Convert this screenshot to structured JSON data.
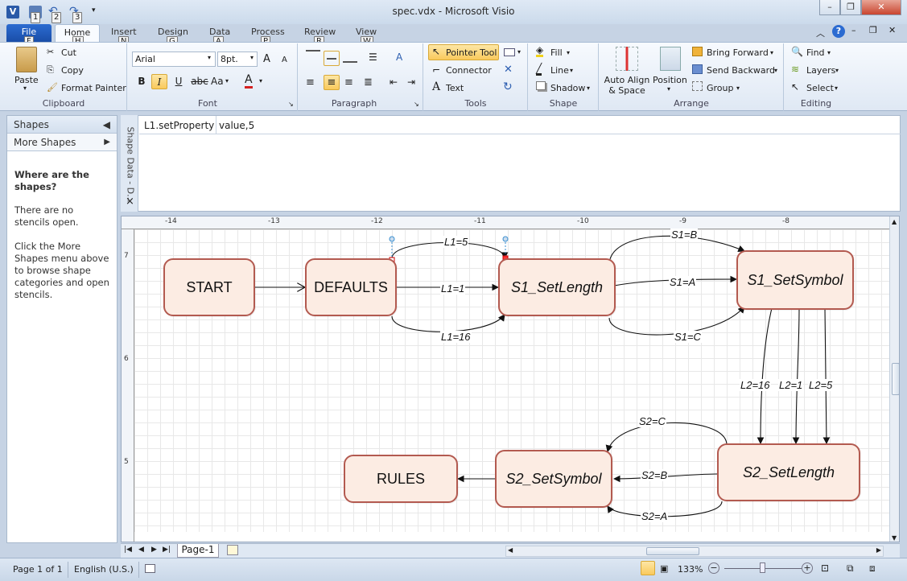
{
  "window": {
    "title": "spec.vdx - Microsoft Visio"
  },
  "quick_access": {
    "keytips": [
      "1",
      "2",
      "3"
    ]
  },
  "window_controls": {
    "minimize": "–",
    "restore": "❐",
    "close": "✕"
  },
  "tabs": [
    {
      "label": "File",
      "keytip": "F"
    },
    {
      "label": "Home",
      "keytip": "H"
    },
    {
      "label": "Insert",
      "keytip": "N"
    },
    {
      "label": "Design",
      "keytip": "G"
    },
    {
      "label": "Data",
      "keytip": "A"
    },
    {
      "label": "Process",
      "keytip": "P"
    },
    {
      "label": "Review",
      "keytip": "R"
    },
    {
      "label": "View",
      "keytip": "W"
    }
  ],
  "ribbon": {
    "clipboard": {
      "label": "Clipboard",
      "paste": "Paste",
      "cut": "Cut",
      "copy": "Copy",
      "format_painter": "Format Painter"
    },
    "font": {
      "label": "Font",
      "family": "Arial",
      "size": "8pt.",
      "bold": "B",
      "italic": "I",
      "underline": "U",
      "strike": "abc",
      "case": "Aa",
      "color": "A",
      "grow": "A",
      "shrink": "A"
    },
    "paragraph": {
      "label": "Paragraph"
    },
    "tools": {
      "label": "Tools",
      "pointer": "Pointer Tool",
      "connector": "Connector",
      "text": "Text"
    },
    "shape": {
      "label": "Shape",
      "fill": "Fill",
      "line": "Line",
      "shadow": "Shadow"
    },
    "arrange": {
      "label": "Arrange",
      "auto_align": "Auto Align & Space",
      "position": "Position",
      "bring_forward": "Bring Forward",
      "send_backward": "Send Backward",
      "group": "Group"
    },
    "editing": {
      "label": "Editing",
      "find": "Find",
      "layers": "Layers",
      "select": "Select"
    }
  },
  "shapes_pane": {
    "title": "Shapes",
    "more_shapes": "More Shapes",
    "heading": "Where are the shapes?",
    "para1": "There are no stencils open.",
    "para2": "Click the More Shapes menu above to browse shape categories and open stencils."
  },
  "shape_data": {
    "tab_label": "Shape Data - D...",
    "close": "×",
    "rows": [
      {
        "name": "L1.setProperty",
        "value": "value,5"
      }
    ]
  },
  "ruler": {
    "h_labels": [
      "-14",
      "-13",
      "-12",
      "-11",
      "-10",
      "-9",
      "-8"
    ],
    "v_labels": [
      "7",
      "6",
      "5"
    ]
  },
  "diagram": {
    "nodes": [
      {
        "id": "start",
        "label": "START",
        "italic": false
      },
      {
        "id": "defaults",
        "label": "DEFAULTS",
        "italic": false
      },
      {
        "id": "s1len",
        "label": "S1_SetLength",
        "italic": true
      },
      {
        "id": "s1sym",
        "label": "S1_SetSymbol",
        "italic": true
      },
      {
        "id": "s2len",
        "label": "S2_SetLength",
        "italic": true
      },
      {
        "id": "s2sym",
        "label": "S2_SetSymbol",
        "italic": true
      },
      {
        "id": "rules",
        "label": "RULES",
        "italic": false
      }
    ],
    "edges": [
      {
        "label": "L1=5"
      },
      {
        "label": "L1=1"
      },
      {
        "label": "L1=16"
      },
      {
        "label": "S1=B"
      },
      {
        "label": "S1=A"
      },
      {
        "label": "S1=C"
      },
      {
        "label": "L2=16"
      },
      {
        "label": "L2=1"
      },
      {
        "label": "L2=5"
      },
      {
        "label": "S2=C"
      },
      {
        "label": "S2=B"
      },
      {
        "label": "S2=A"
      }
    ]
  },
  "page_tab": {
    "label": "Page-1"
  },
  "status": {
    "page": "Page 1 of 1",
    "language": "English (U.S.)",
    "zoom": "133%"
  }
}
